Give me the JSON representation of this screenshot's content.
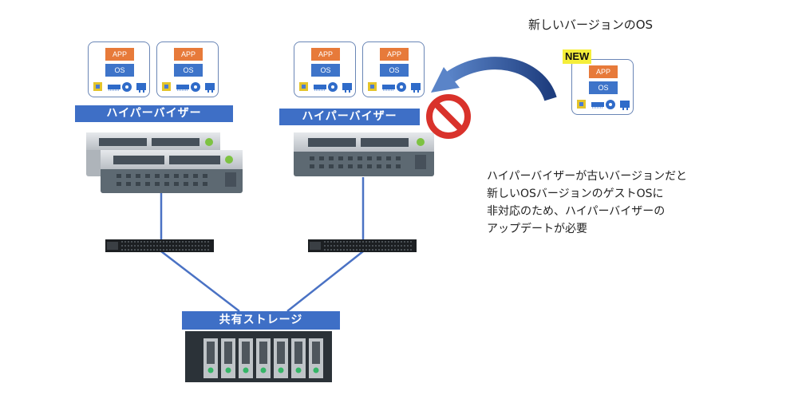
{
  "vm": {
    "app_label": "APP",
    "os_label": "OS"
  },
  "left_host": {
    "hypervisor_label": "ハイパーバイザー"
  },
  "right_host": {
    "hypervisor_label": "ハイパーバイザー"
  },
  "new_os": {
    "title": "新しいバージョンのOS",
    "badge": "NEW"
  },
  "storage": {
    "label": "共有ストレージ"
  },
  "note": {
    "lines": [
      "ハイパーバイザーが古いバージョンだと",
      "新しいOSバージョンのゲストOSに",
      "非対応のため、ハイパーバイザーの",
      "アップデートが必要"
    ]
  },
  "icons": [
    "cpu-icon",
    "memory-icon",
    "disk-icon",
    "nic-icon",
    "prohibited-icon",
    "curved-arrow-icon"
  ],
  "colors": {
    "hypervisor_blue": "#3e6fc6",
    "app_orange": "#e77a3a",
    "os_blue": "#3e74c9",
    "prohibited_red": "#d9322b",
    "badge_yellow": "#f5ee3a",
    "arrow_navy": "#27488c"
  }
}
